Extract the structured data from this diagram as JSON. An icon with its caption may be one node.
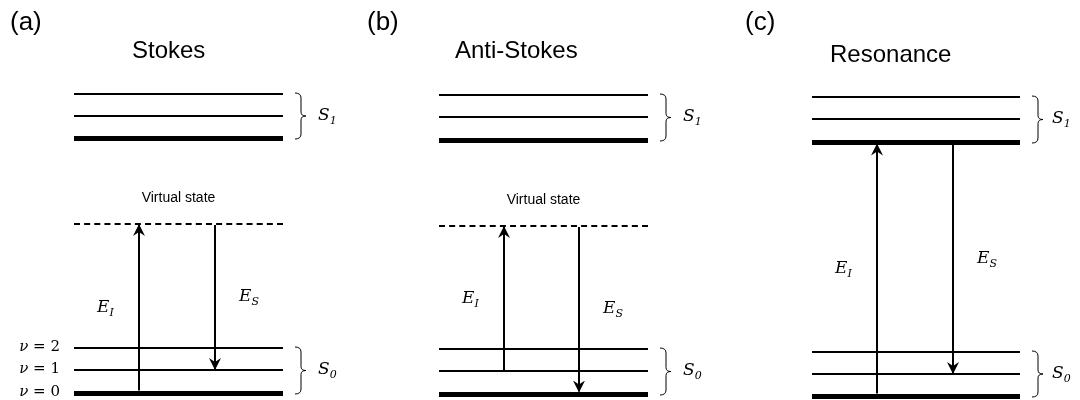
{
  "diagram": {
    "nodes": [
      {
        "text": [],
        "shape": "bar"
      },
      {
        "text": [],
        "shape": "bar"
      },
      {
        "text": [],
        "shape": "bar"
      },
      {
        "text": [],
        "shape": "bar",
        "beside": [
          "Virtual state"
        ]
      },
      {
        "text": [],
        "shape": "bar",
        "beside": [
          "*ν* = 2"
        ]
      },
      {
        "text": [],
        "shape": "bar",
        "beside": [
          "*ν* = 1"
        ]
      },
      {
        "text": [],
        "shape": "bar",
        "beside": [
          "*ν* = 0"
        ]
      },
      {
        "text": [],
        "shape": "bar"
      },
      {
        "text": [],
        "shape": "bar"
      },
      {
        "text": [],
        "shape": "bar"
      },
      {
        "text": [],
        "shape": "bar",
        "beside": [
          "Virtual state"
        ]
      },
      {
        "text": [],
        "shape": "bar"
      },
      {
        "text": [],
        "shape": "bar"
      },
      {
        "text": [],
        "shape": "bar"
      },
      {
        "text": [],
        "shape": "bar"
      },
      {
        "text": [],
        "shape": "bar"
      },
      {
        "text": [],
        "shape": "bar"
      },
      {
        "text": [],
        "shape": "bar"
      },
      {
        "text": [],
        "shape": "bar"
      },
      {
        "text": [],
        "shape": "bar"
      }
    ],
    "edges": [
      {
        "from": 6,
        "to": 3,
        "arrow": "to",
        "label": "*E*$_{I}$"
      },
      {
        "from": 3,
        "to": 5,
        "arrow": "to",
        "label": "*E*$_{S}$"
      },
      {
        "from": 12,
        "to": 10,
        "arrow": "to",
        "label": "*E*$_{I}$"
      },
      {
        "from": 10,
        "to": 13,
        "arrow": "to",
        "label": "*E*$_{S}$"
      },
      {
        "from": 19,
        "to": 16,
        "arrow": "to",
        "label": "*E*$_{I}$"
      },
      {
        "from": 16,
        "to": 18,
        "arrow": "to",
        "label": "*E*$_{S}$"
      }
    ],
    "labels": [
      "(a)",
      "Stokes",
      "*S*$_{1}$",
      "*S*$_{0}$",
      "(b)",
      "Anti-Stokes",
      "*S*$_{1}$",
      "*S*$_{0}$",
      "(c)",
      "Resonance",
      "*S*$_{1}$",
      "*S*$_{0}$"
    ]
  }
}
